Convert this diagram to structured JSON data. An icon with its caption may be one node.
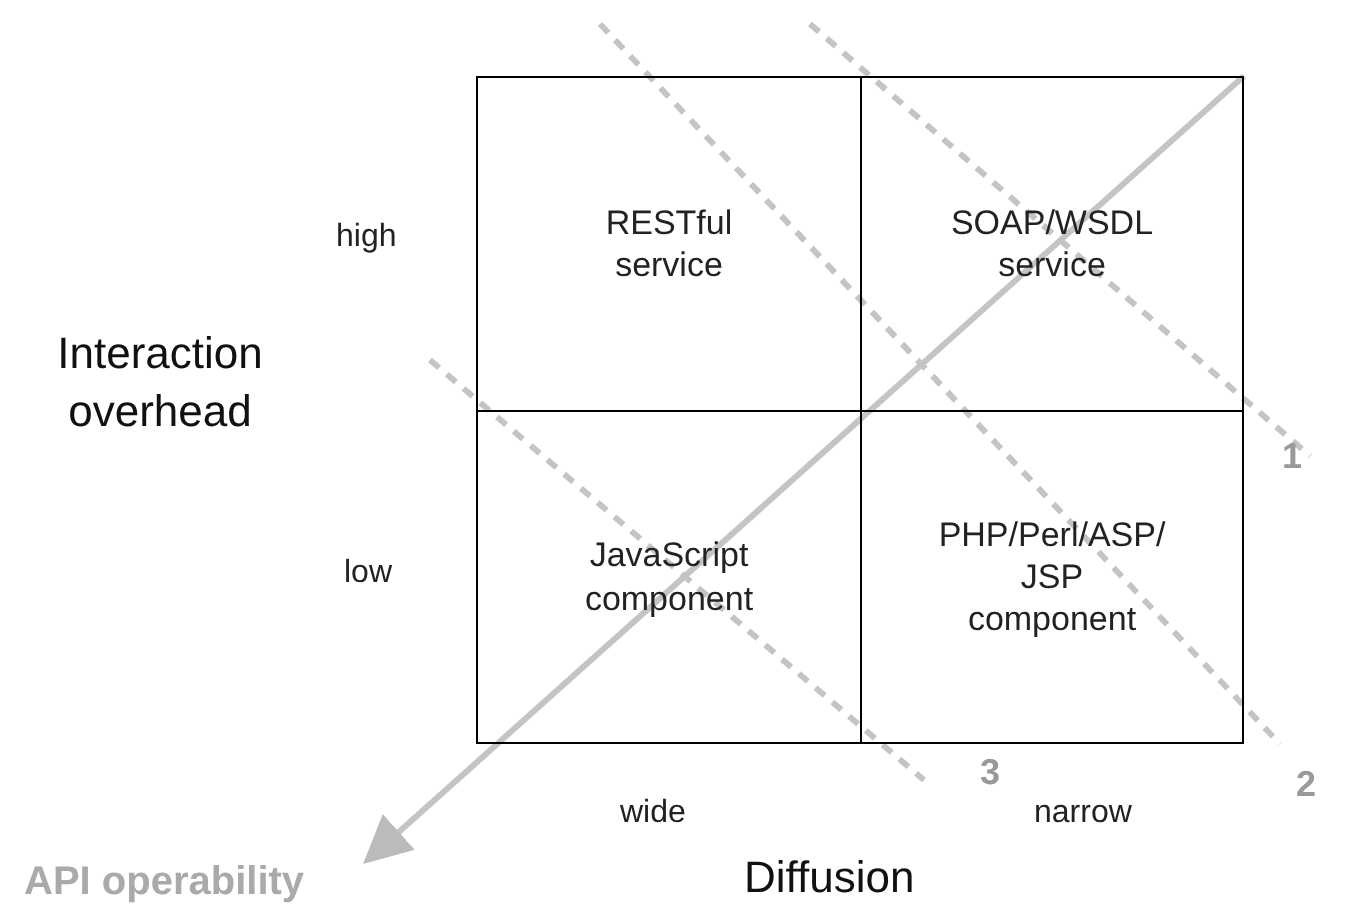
{
  "diagram": {
    "nodes": [
      {
        "text": [
          "RESTful service"
        ]
      },
      {
        "text": [
          "SOAP/WSDL service"
        ]
      },
      {
        "text": [
          "JavaScript component"
        ]
      },
      {
        "text": [
          "PHP/Perl/ASP/ JSP component"
        ]
      }
    ],
    "edges": [],
    "labels": [
      "high",
      "Interaction overhead",
      "low",
      "1",
      "3",
      "2",
      "wide",
      "narrow",
      "API operability",
      "Diffusion"
    ]
  }
}
